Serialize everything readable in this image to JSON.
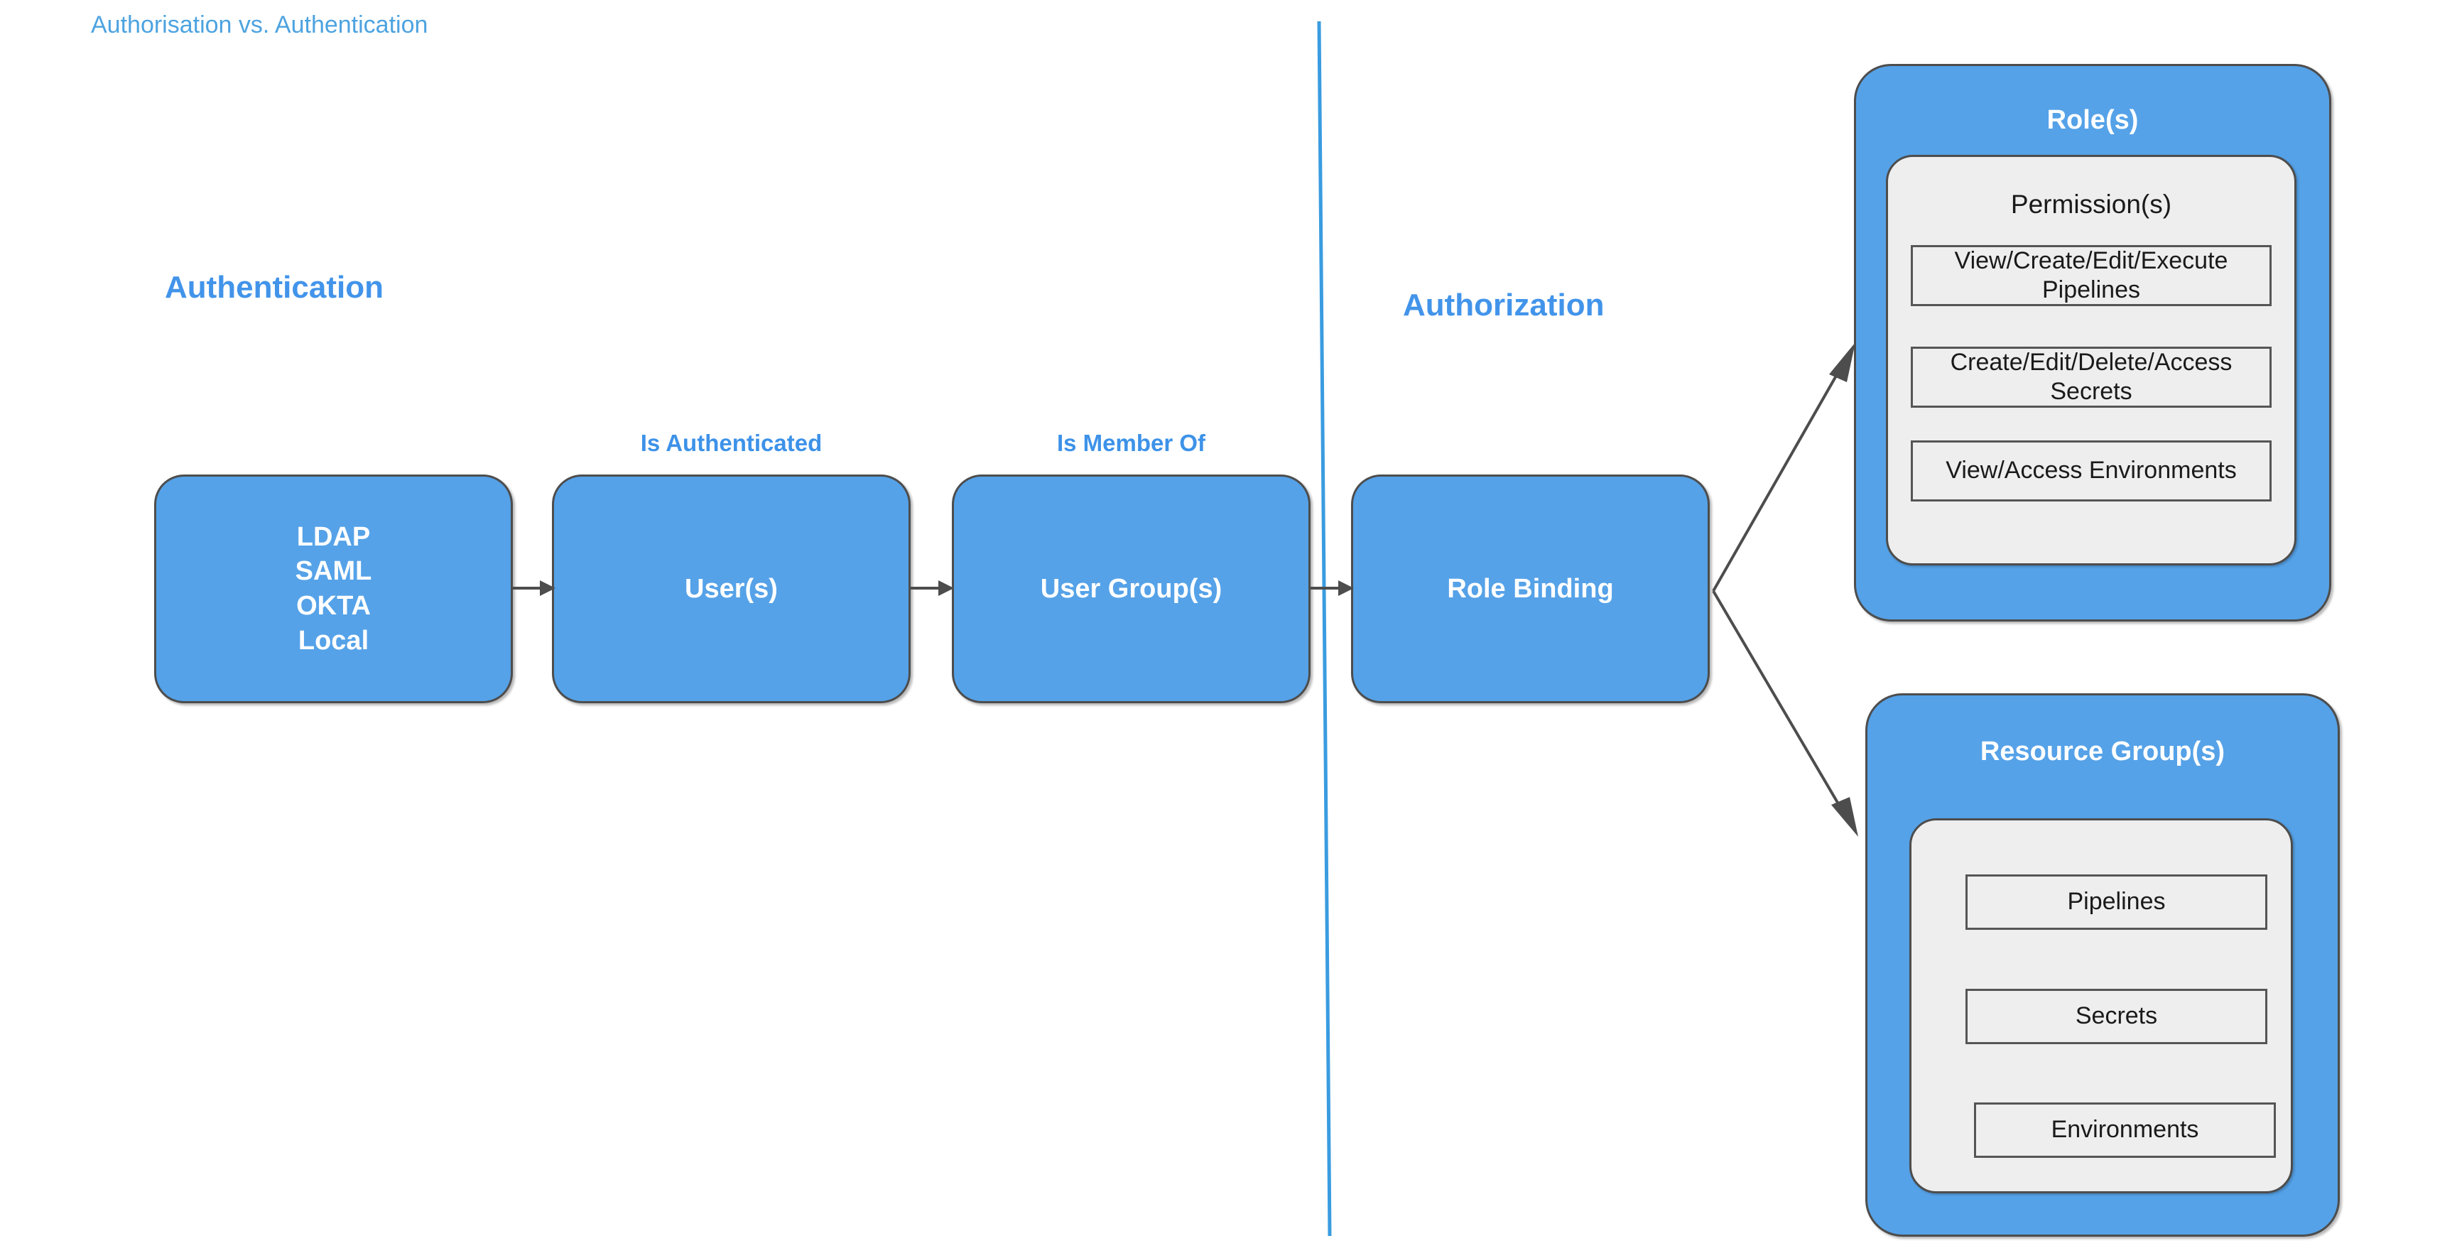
{
  "document": {
    "title": "Authorisation vs. Authentication"
  },
  "colors": {
    "title_blue": "#4da3e0",
    "heading_blue": "#4294ea",
    "label_blue": "#3d92e8",
    "box_fill": "#55a2e8",
    "box_border": "#4d4d4d",
    "card_fill": "#eeeeee",
    "item_border": "#555555",
    "divider_blue": "#3a9ce0",
    "arrow_stroke": "#4d4d4d"
  },
  "sections": {
    "authentication_heading": "Authentication",
    "authorization_heading": "Authorization"
  },
  "flow": {
    "boxes": [
      {
        "id": "idp",
        "label": "LDAP\nSAML\nOKTA\nLocal"
      },
      {
        "id": "users",
        "label": "User(s)"
      },
      {
        "id": "usergroups",
        "label": "User Group(s)"
      },
      {
        "id": "rolebinding",
        "label": "Role Binding"
      }
    ],
    "edge_labels": [
      {
        "id": "is-authenticated",
        "label": "Is Authenticated"
      },
      {
        "id": "is-member-of",
        "label": "Is Member Of"
      }
    ]
  },
  "roles_panel": {
    "title": "Role(s)",
    "card_title": "Permission(s)",
    "items": [
      "View/Create/Edit/Execute Pipelines",
      "Create/Edit/Delete/Access Secrets",
      "View/Access Environments"
    ]
  },
  "resources_panel": {
    "title": "Resource Group(s)",
    "items": [
      "Pipelines",
      "Secrets",
      "Environments"
    ]
  }
}
